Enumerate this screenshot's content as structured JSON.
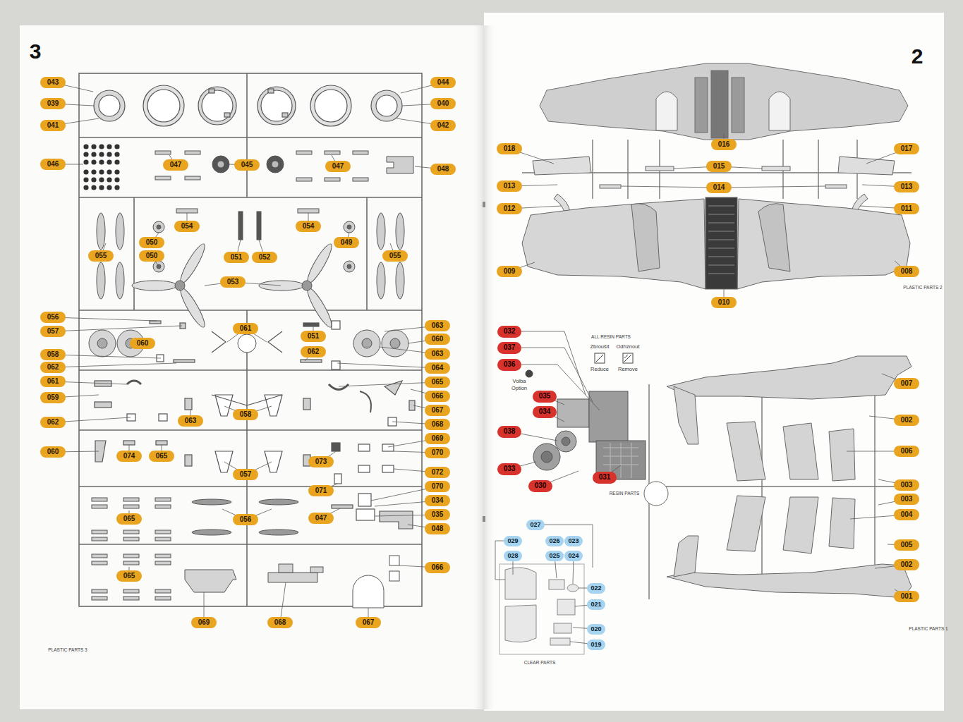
{
  "diagram": {
    "nodes": [
      {
        "text": [
          "043"
        ]
      },
      {
        "text": [
          "044"
        ]
      },
      {
        "text": [
          "039"
        ]
      },
      {
        "text": [
          "040"
        ]
      },
      {
        "text": [
          "041"
        ]
      },
      {
        "text": [
          "042"
        ]
      },
      {
        "text": [
          "046"
        ]
      },
      {
        "text": [
          "047"
        ]
      },
      {
        "text": [
          "045"
        ]
      },
      {
        "text": [
          "047"
        ]
      },
      {
        "text": [
          "048"
        ]
      },
      {
        "text": [
          "054"
        ]
      },
      {
        "text": [
          "054"
        ]
      },
      {
        "text": [
          "050"
        ]
      },
      {
        "text": [
          "049"
        ]
      },
      {
        "text": [
          "055"
        ]
      },
      {
        "text": [
          "050"
        ]
      },
      {
        "text": [
          "051"
        ]
      },
      {
        "text": [
          "052"
        ]
      },
      {
        "text": [
          "055"
        ]
      },
      {
        "text": [
          "053"
        ]
      },
      {
        "text": [
          "056"
        ]
      },
      {
        "text": [
          "063"
        ]
      },
      {
        "text": [
          "061"
        ]
      },
      {
        "text": [
          "057"
        ]
      },
      {
        "text": [
          "051"
        ]
      },
      {
        "text": [
          "060"
        ]
      },
      {
        "text": [
          "060"
        ]
      },
      {
        "text": [
          "062"
        ]
      },
      {
        "text": [
          "063"
        ]
      },
      {
        "text": [
          "058"
        ]
      },
      {
        "text": [
          "062"
        ]
      },
      {
        "text": [
          "064"
        ]
      },
      {
        "text": [
          "061"
        ]
      },
      {
        "text": [
          "065"
        ]
      },
      {
        "text": [
          "066"
        ]
      },
      {
        "text": [
          "059"
        ]
      },
      {
        "text": [
          "067"
        ]
      },
      {
        "text": [
          "063"
        ]
      },
      {
        "text": [
          "058"
        ]
      },
      {
        "text": [
          "062"
        ]
      },
      {
        "text": [
          "068"
        ]
      },
      {
        "text": [
          "069"
        ]
      },
      {
        "text": [
          "070"
        ]
      },
      {
        "text": [
          "060"
        ]
      },
      {
        "text": [
          "074"
        ]
      },
      {
        "text": [
          "065"
        ]
      },
      {
        "text": [
          "073"
        ]
      },
      {
        "text": [
          "072"
        ]
      },
      {
        "text": [
          "057"
        ]
      },
      {
        "text": [
          "070"
        ]
      },
      {
        "text": [
          "071"
        ]
      },
      {
        "text": [
          "034"
        ]
      },
      {
        "text": [
          "065"
        ]
      },
      {
        "text": [
          "056"
        ]
      },
      {
        "text": [
          "047"
        ]
      },
      {
        "text": [
          "035"
        ]
      },
      {
        "text": [
          "048"
        ]
      },
      {
        "text": [
          "066"
        ]
      },
      {
        "text": [
          "065"
        ]
      },
      {
        "text": [
          "069"
        ]
      },
      {
        "text": [
          "068"
        ]
      },
      {
        "text": [
          "067"
        ]
      },
      {
        "text": [
          "016"
        ]
      },
      {
        "text": [
          "018"
        ]
      },
      {
        "text": [
          "017"
        ]
      },
      {
        "text": [
          "015"
        ]
      },
      {
        "text": [
          "014"
        ]
      },
      {
        "text": [
          "013"
        ]
      },
      {
        "text": [
          "013"
        ]
      },
      {
        "text": [
          "012"
        ]
      },
      {
        "text": [
          "011"
        ]
      },
      {
        "text": [
          "009"
        ]
      },
      {
        "text": [
          "008"
        ]
      },
      {
        "text": [
          "010"
        ]
      },
      {
        "text": [
          "032"
        ]
      },
      {
        "text": [
          "037"
        ]
      },
      {
        "text": [
          "036"
        ]
      },
      {
        "text": [
          "007"
        ]
      },
      {
        "text": [
          "035"
        ]
      },
      {
        "text": [
          "002"
        ]
      },
      {
        "text": [
          "034"
        ]
      },
      {
        "text": [
          "038"
        ]
      },
      {
        "text": [
          "006"
        ]
      },
      {
        "text": [
          "033"
        ]
      },
      {
        "text": [
          "003"
        ]
      },
      {
        "text": [
          "030"
        ]
      },
      {
        "text": [
          "031"
        ]
      },
      {
        "text": [
          "003"
        ]
      },
      {
        "text": [
          "004"
        ]
      },
      {
        "text": [
          "027"
        ]
      },
      {
        "text": [
          "029"
        ]
      },
      {
        "text": [
          "026"
        ]
      },
      {
        "text": [
          "023"
        ]
      },
      {
        "text": [
          "005"
        ]
      },
      {
        "text": [
          "028"
        ]
      },
      {
        "text": [
          "025"
        ]
      },
      {
        "text": [
          "024"
        ]
      },
      {
        "text": [
          "002"
        ]
      },
      {
        "text": [
          "022"
        ]
      },
      {
        "text": [
          "001"
        ]
      },
      {
        "text": [
          "021"
        ]
      },
      {
        "text": [
          "020"
        ]
      },
      {
        "text": [
          "019"
        ]
      }
    ],
    "labels": [
      "3",
      "2",
      "PLASTIC PARTS 3",
      "PLASTIC PARTS 2",
      "ALL RESIN PARTS",
      "Odříznout",
      "Zbroušit",
      "Remove",
      "Reduce",
      "Option",
      "Volba",
      "RESIN PARTS",
      "CLEAR PARTS",
      "PLASTIC PARTS 1"
    ]
  }
}
